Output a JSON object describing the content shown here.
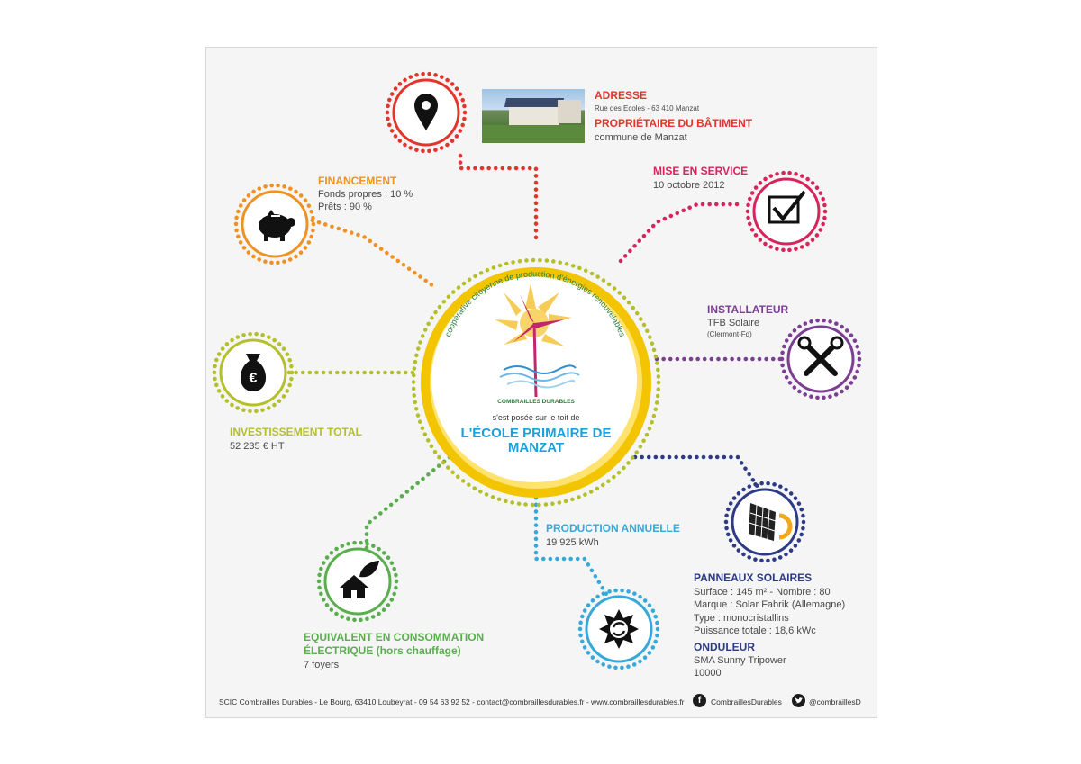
{
  "center": {
    "arc_text": "coopérative citoyenne de production d'énergies renouvelables",
    "logo_name": "COMBRAILLES DURABLES",
    "subtitle": "s'est posée sur le toit de",
    "title_line1": "L'ÉCOLE PRIMAIRE DE",
    "title_line2": "MANZAT"
  },
  "address": {
    "heading": "ADRESSE",
    "value": "Rue des Ecoles - 63 410 Manzat",
    "owner_heading": "PROPRIÉTAIRE DU BÂTIMENT",
    "owner_value": "commune de Manzat"
  },
  "commissioning": {
    "heading": "MISE EN SERVICE",
    "value": "10 octobre 2012"
  },
  "financing": {
    "heading": "FINANCEMENT",
    "line1": "Fonds propres : 10 %",
    "line2": "Prêts : 90 %"
  },
  "installer": {
    "heading": "INSTALLATEUR",
    "value": "TFB Solaire",
    "sub": "(Clermont-Fd)"
  },
  "investment": {
    "heading": "INVESTISSEMENT TOTAL",
    "value": "52 235 € HT"
  },
  "production": {
    "heading": "PRODUCTION ANNUELLE",
    "value": "19 925 kWh"
  },
  "panels": {
    "heading": "PANNEAUX SOLAIRES",
    "line1": "Surface : 145 m² - Nombre : 80",
    "line2": "Marque : Solar Fabrik (Allemagne)",
    "line3": "Type : monocristallins",
    "line4": "Puissance totale : 18,6 kWc",
    "inverter_heading": "ONDULEUR",
    "inverter_line1": "SMA Sunny Tripower",
    "inverter_line2": "10000"
  },
  "equivalent": {
    "heading_line1": "EQUIVALENT EN CONSOMMATION",
    "heading_line2": "ÉLECTRIQUE (hors chauffage)",
    "value": "7 foyers"
  },
  "footer": {
    "info": "SCIC Combrailles Durables - Le Bourg, 63410 Loubeyrat - 09 54 63 92 52 - contact@combraillesdurables.fr - www.combraillesdurables.fr",
    "facebook": "CombraillesDurables",
    "twitter": "@combraillesD"
  },
  "icons": {
    "address": "map-pin-icon",
    "commissioning": "checkbox-icon",
    "financing": "piggy-bank-icon",
    "installer": "tools-icon",
    "investment": "money-bag-euro-icon",
    "panels": "solar-panel-icon",
    "production": "sun-recycle-icon",
    "equivalent": "house-leaf-icon"
  },
  "colors": {
    "address": "#e2352b",
    "commissioning": "#d8245c",
    "financing": "#ef9223",
    "installer": "#7b3e92",
    "investment": "#b4c02a",
    "panels": "#2d3a86",
    "production": "#36a9d9",
    "equivalent": "#5aae4d",
    "center_ring": "#f2c500",
    "title": "#1aa0db",
    "logo_name": "#2a7d3a"
  }
}
